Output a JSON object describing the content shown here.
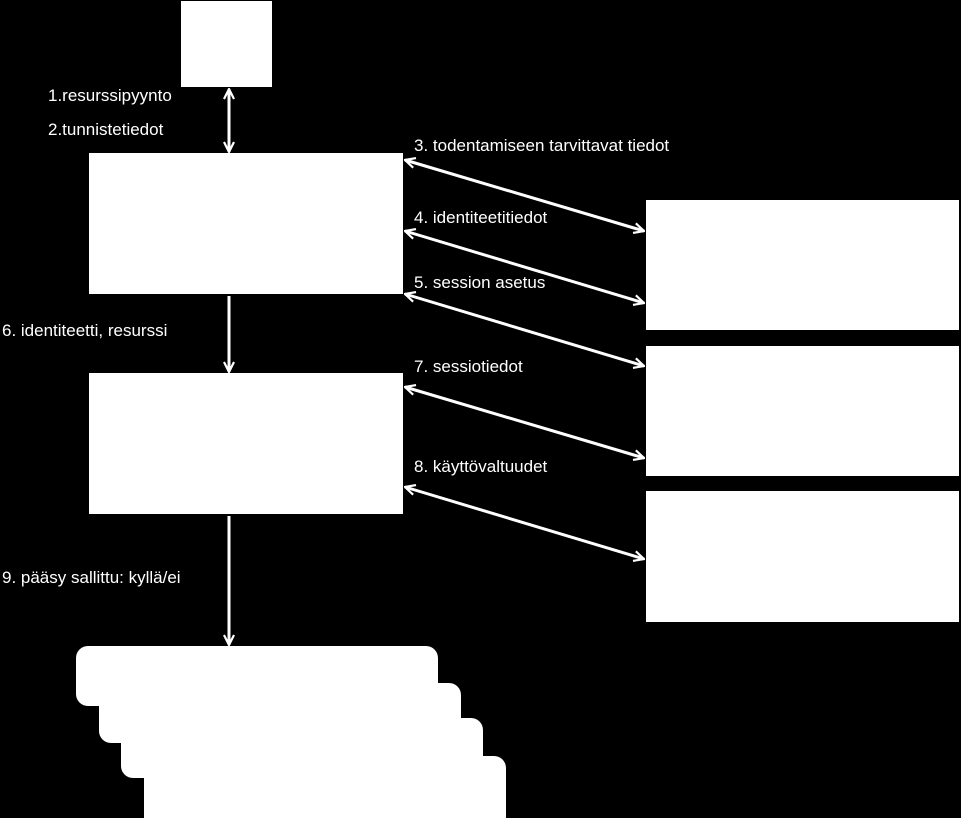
{
  "colors": {
    "background": "#000000",
    "foreground": "#ffffff"
  },
  "labels": {
    "step1": "1.resurssipyynto",
    "step2": "2.tunnistetiedot",
    "step3": "3. todentamiseen tarvittavat tiedot",
    "step4": "4. identiteetitiedot",
    "step5": "5. session asetus",
    "step6": "6. identiteetti, resurssi",
    "step7": "7. sessiotiedot",
    "step8": "8. käyttövaltuudet",
    "step9": "9. pääsy sallittu: kyllä/ei"
  }
}
